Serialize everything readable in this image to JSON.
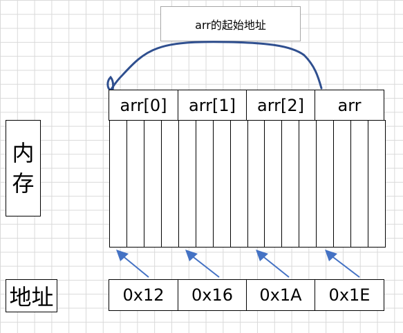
{
  "callout": {
    "text": "arr的起始地址"
  },
  "element_labels": [
    "arr[0]",
    "arr[1]",
    "arr[2]",
    "arr"
  ],
  "addresses": [
    "0x12",
    "0x16",
    "0x1A",
    "0x1E"
  ],
  "side_labels": {
    "memory_line1": "内",
    "memory_line2": "存",
    "address": "地址"
  },
  "memory": {
    "bytes": 16
  },
  "colors": {
    "arrow": "#4472c4",
    "curve": "#2f4f8f",
    "grid": "#d9d9d9"
  }
}
